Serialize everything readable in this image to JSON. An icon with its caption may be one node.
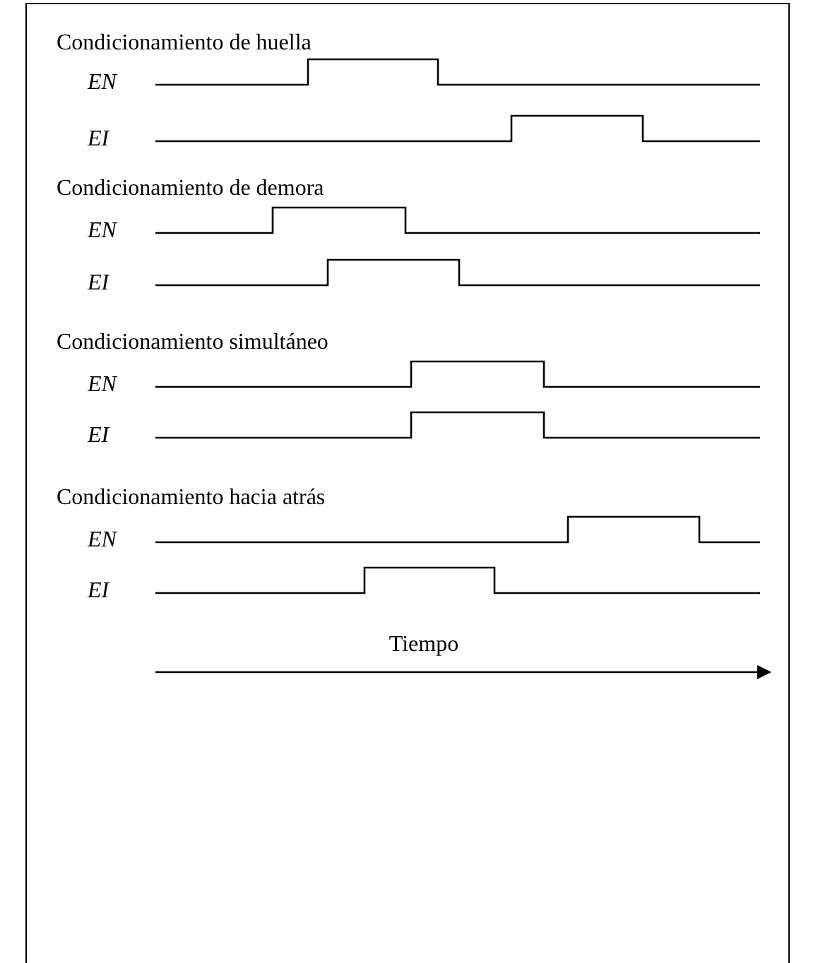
{
  "diagram": {
    "labels": [
      "Condicionamiento de huella",
      "EN",
      "EI",
      "Condicionamiento de demora",
      "EN",
      "EI",
      "Condicionamiento simultáneo",
      "EN",
      "EI",
      "Condicionamiento hacia atrás",
      "EN",
      "EI",
      "Tiempo"
    ]
  }
}
